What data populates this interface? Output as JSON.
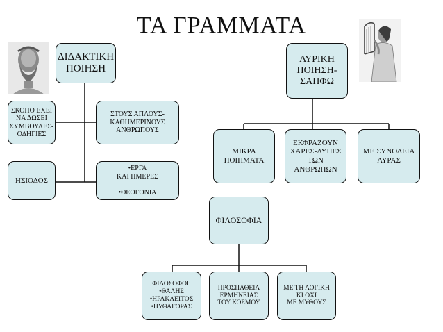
{
  "title": "ΤΑ ΓΡΑΜΜΑΤΑ",
  "didactic": {
    "root": "ΔΙΔΑΚΤΙΚΗ\nΠΟΙΗΣΗ",
    "purpose": "ΣΚΟΠΟ ΕΧΕΙ\nΝΑ ΔΩΣΕΙ\nΣΥΜΒΟΥΛΕΣ-\nΟΔΗΓΙΕΣ",
    "audience": "ΣΤΟΥΣ ΑΠΛΟΥΣ-\nΚΑΘΗΜΕΡΙΝΟΥΣ\nΑΝΘΡΩΠΟΥΣ",
    "poet": "ΗΣΙΟΔΟΣ",
    "works": "•ΕΡΓΑ\nΚΑΙ ΗΜΕΡΕΣ\n\n•ΘΕΟΓΟΝΙΑ"
  },
  "lyric": {
    "root": "ΛΥΡΙΚΗ\nΠΟΙΗΣΗ-\nΣΑΠΦΩ",
    "children": [
      "ΜΙΚΡΑ\nΠΟΙΗΜΑΤΑ",
      "ΕΚΦΡΑΖΟΥΝ\nΧΑΡΕΣ-ΛΥΠΕΣ\nΤΩΝ\nΑΝΘΡΩΠΩΝ",
      "ΜΕ ΣΥΝΟΔΕΙΑ\nΛΥΡΑΣ"
    ]
  },
  "philosophy": {
    "root": "ΦΙΛΟΣΟΦΙΑ",
    "children": [
      "ΦΙΛΟΣΟΦΟΙ:\n•ΘΑΛΗΣ\n•ΗΡΑΚΛΕΙΤΟΣ\n•ΠΥΘΑΓΟΡΑΣ",
      "ΠΡΟΣΠΑΘΕΙΑ\nΕΡΜΗΝΕΙΑΣ\nΤΟΥ ΚΟΣΜΟΥ",
      "ΜΕ ΤΗ ΛΟΓΙΚΗ\nΚΙ ΟΧΙ\nΜΕ ΜΥΘΟΥΣ"
    ]
  },
  "colors": {
    "box_fill": "#d6ebee",
    "border": "#111111"
  },
  "icons": {
    "left_portrait": "homer-bust-portrait",
    "right_portrait": "sappho-with-lyre-portrait"
  }
}
